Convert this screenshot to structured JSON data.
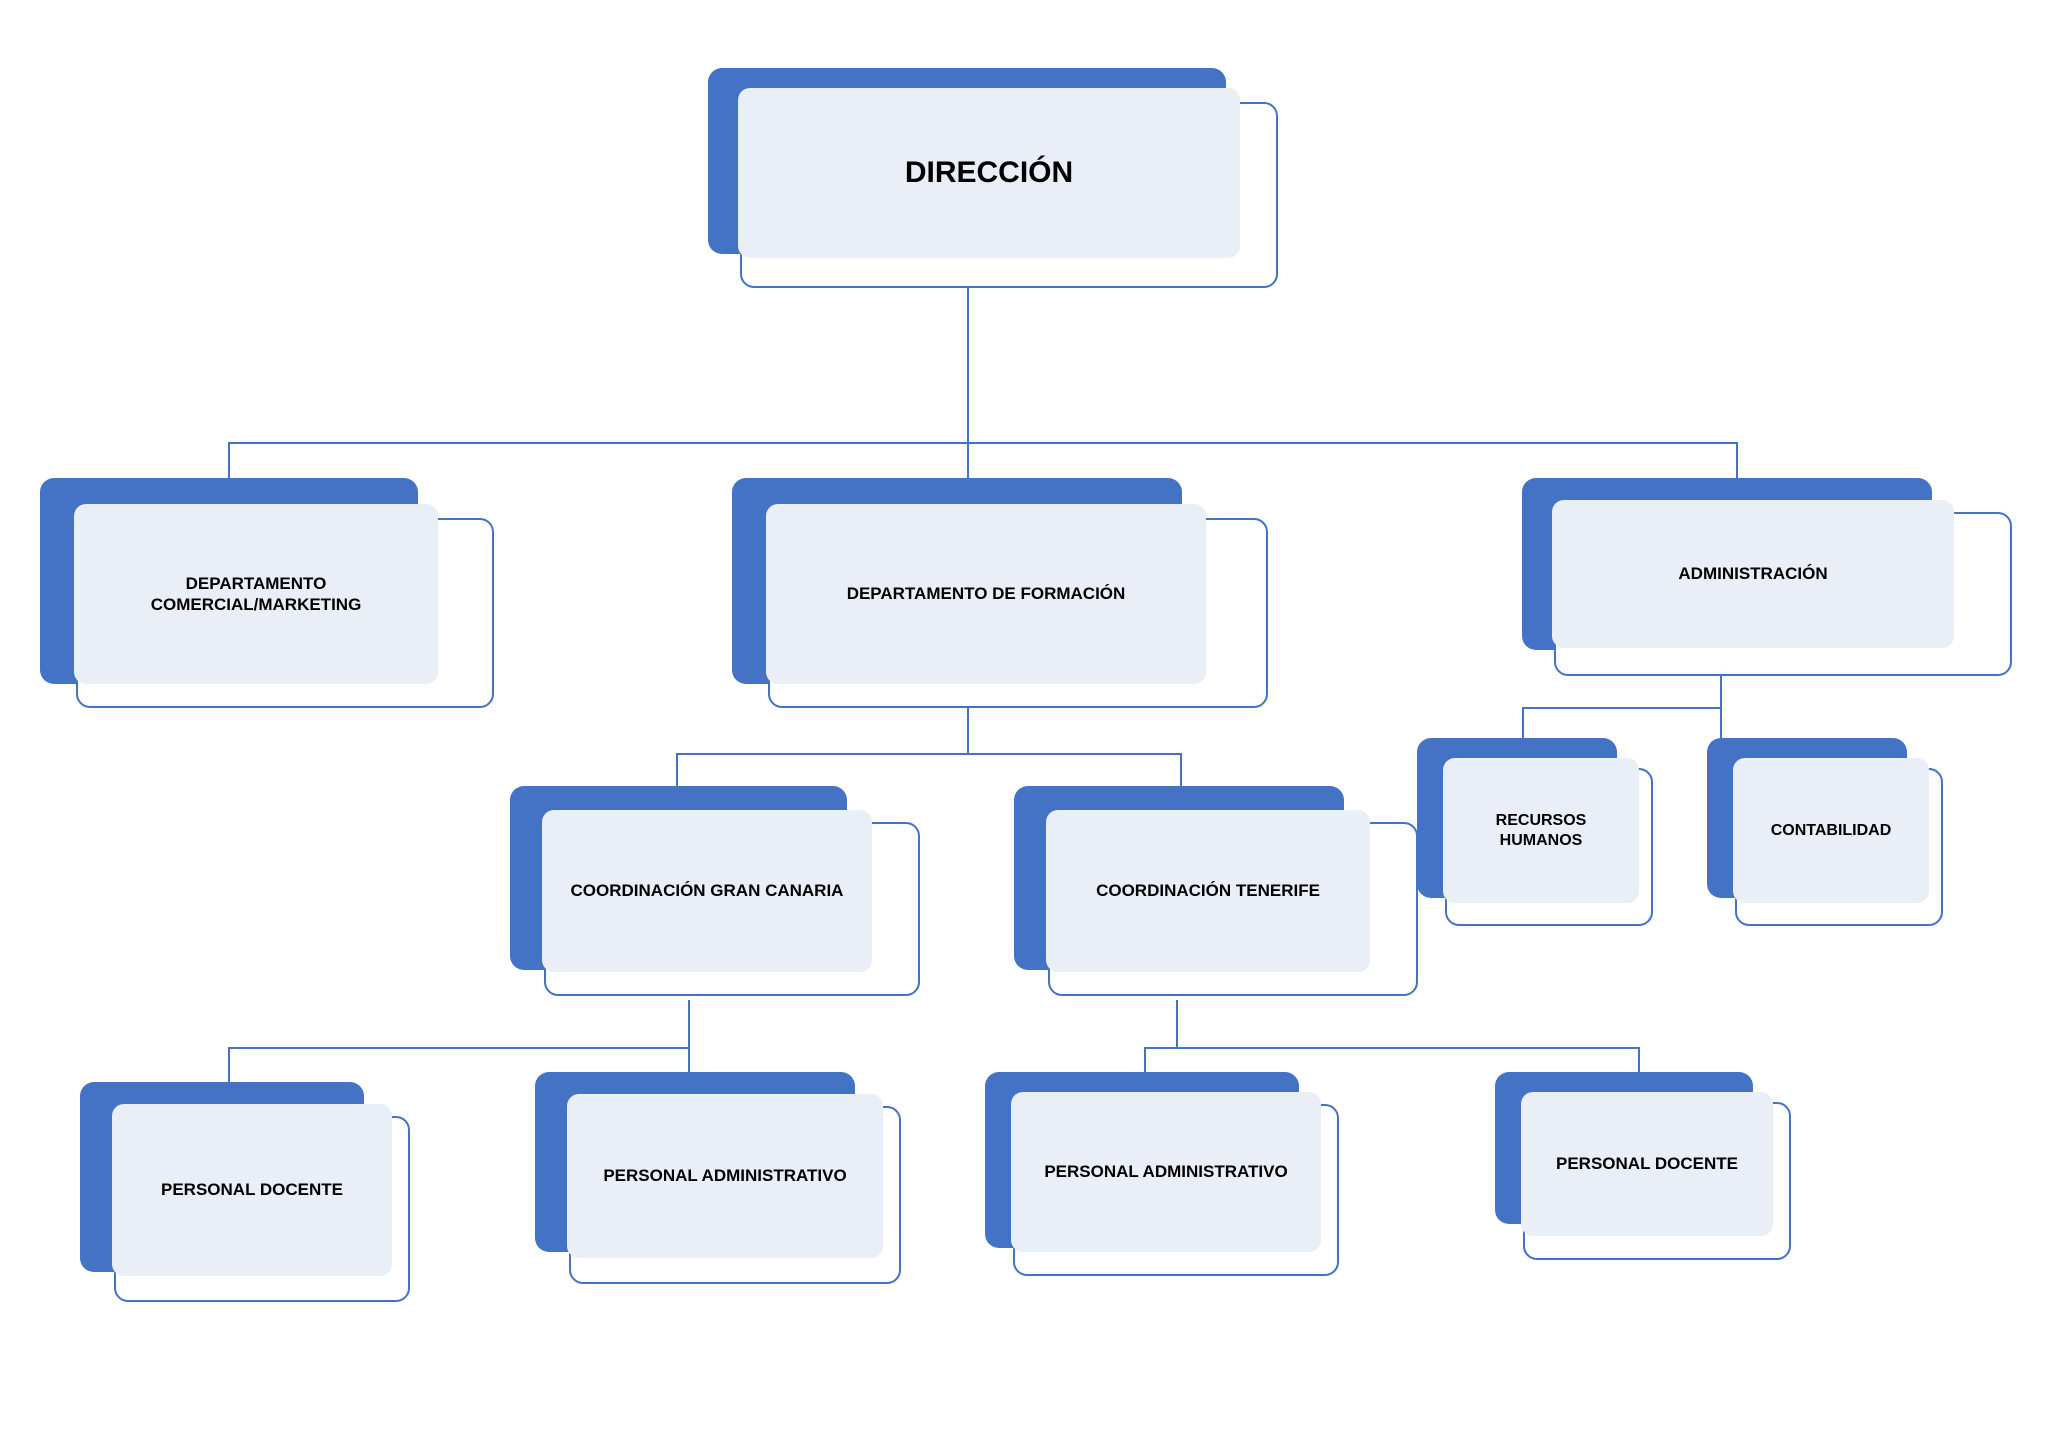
{
  "diagram": {
    "title": "Organigrama",
    "type": "organizational-chart",
    "colors": {
      "slab_blue": "#4472C4",
      "card_fill": "#EAEEF7",
      "card_front": "#FFFFFF",
      "outline": "#4472C4",
      "text": "#000000",
      "background": "#FFFFFF"
    },
    "nodes": [
      {
        "id": "direccion",
        "label": "DIRECCIÓN",
        "level": 0,
        "font_size": 30,
        "parent": null
      },
      {
        "id": "comercial",
        "label": "DEPARTAMENTO\nCOMERCIAL/MARKETING",
        "level": 1,
        "font_size": 17,
        "parent": "direccion"
      },
      {
        "id": "formacion",
        "label": "DEPARTAMENTO DE FORMACIÓN",
        "level": 1,
        "font_size": 17,
        "parent": "direccion"
      },
      {
        "id": "administracion",
        "label": "ADMINISTRACIÓN",
        "level": 1,
        "font_size": 17,
        "parent": "direccion"
      },
      {
        "id": "coord-gran-canaria",
        "label": "COORDINACIÓN GRAN CANARIA",
        "level": 2,
        "font_size": 17,
        "parent": "formacion"
      },
      {
        "id": "coord-tenerife",
        "label": "COORDINACIÓN TENERIFE",
        "level": 2,
        "font_size": 17,
        "parent": "formacion"
      },
      {
        "id": "recursos-humanos",
        "label": "RECURSOS HUMANOS",
        "level": 2,
        "font_size": 16,
        "parent": "administracion"
      },
      {
        "id": "contabilidad",
        "label": "CONTABILIDAD",
        "level": 2,
        "font_size": 16,
        "parent": "administracion"
      },
      {
        "id": "docente-gc",
        "label": "PERSONAL DOCENTE",
        "level": 3,
        "font_size": 17,
        "parent": "coord-gran-canaria"
      },
      {
        "id": "admin-gc",
        "label": "PERSONAL ADMINISTRATIVO",
        "level": 3,
        "font_size": 17,
        "parent": "coord-gran-canaria"
      },
      {
        "id": "admin-tf",
        "label": "PERSONAL ADMINISTRATIVO",
        "level": 3,
        "font_size": 17,
        "parent": "coord-tenerife"
      },
      {
        "id": "docente-tf",
        "label": "PERSONAL DOCENTE",
        "level": 3,
        "font_size": 17,
        "parent": "coord-tenerife"
      }
    ]
  }
}
